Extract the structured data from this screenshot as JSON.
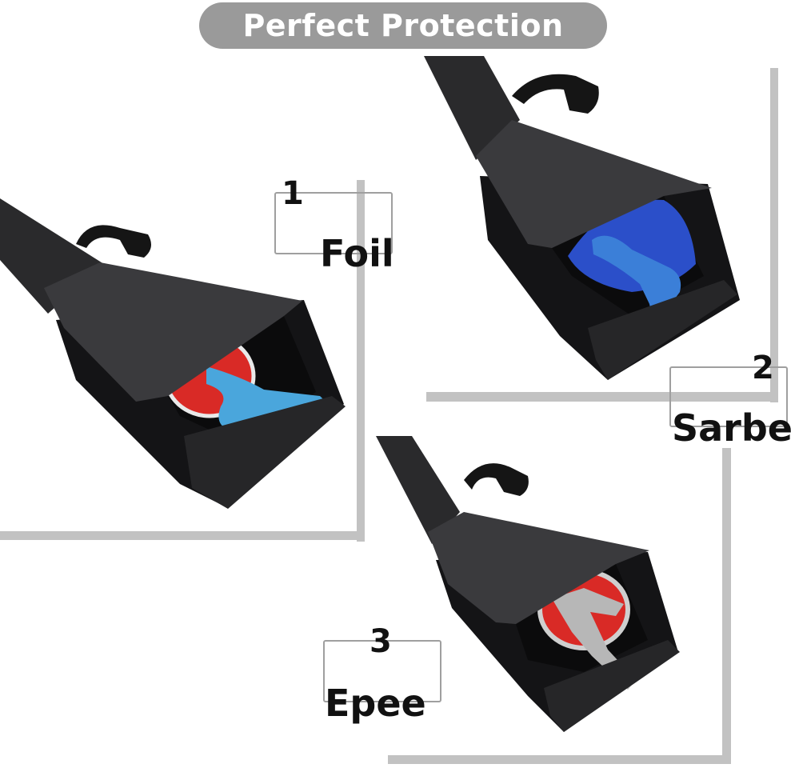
{
  "banner": {
    "title": "Perfect Protection"
  },
  "products": [
    {
      "number": "1",
      "name": "Foil",
      "guard_color": "#d92a26",
      "handle_color": "#4aa6dc"
    },
    {
      "number": "2",
      "name": "Sarbe",
      "guard_color": "#2b4fc9",
      "handle_color": "#3b7fd8"
    },
    {
      "number": "3",
      "name": "Epee",
      "guard_color": "#d92a26",
      "handle_color": "#b7b7b7"
    }
  ],
  "colors": {
    "banner": "#9a9a9a",
    "bag": "#1f1f21",
    "frame": "#c2c2c2"
  }
}
